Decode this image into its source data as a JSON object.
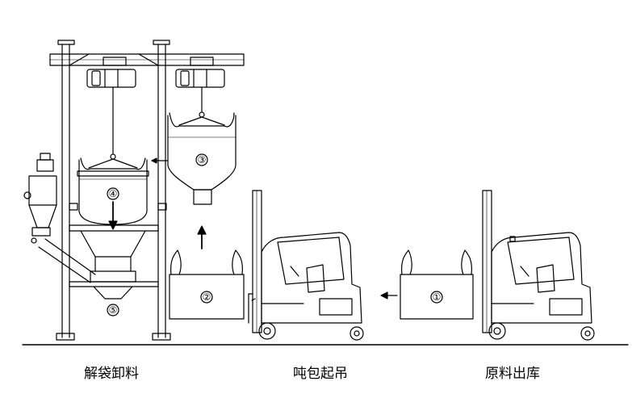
{
  "captions": {
    "stage_unload": "解袋卸料",
    "stage_lift": "吨包起吊",
    "stage_outbound": "原料出库"
  },
  "markers": {
    "m1": "①",
    "m2": "②",
    "m3": "③",
    "m4": "④",
    "m5": "⑤"
  }
}
